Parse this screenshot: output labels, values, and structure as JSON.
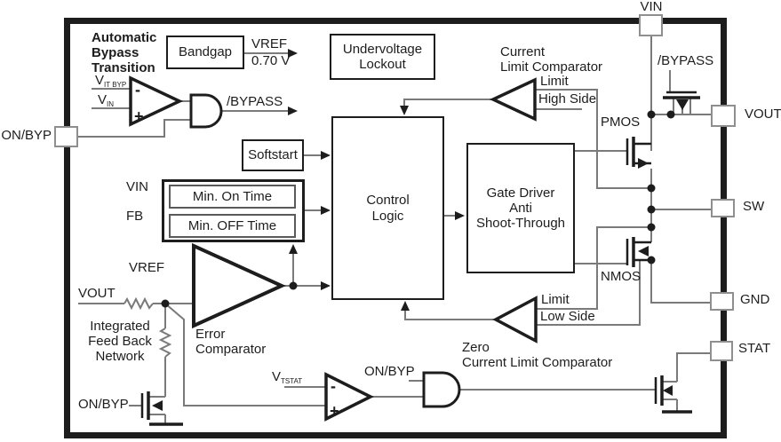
{
  "pins": {
    "vin": "VIN",
    "on_byp": "ON/BYP",
    "vout": "VOUT",
    "sw": "SW",
    "gnd": "GND",
    "stat": "STAT"
  },
  "blocks": {
    "bandgap": "Bandgap",
    "uvlo": "Undervoltage\nLockout",
    "softstart": "Softstart",
    "min_on": "Min. On Time",
    "min_off": "Min. OFF Time",
    "control": "Control\nLogic",
    "gate_driver": "Gate Driver\nAnti\nShoot-Through"
  },
  "labels": {
    "auto_bypass": "Automatic\nBypass\nTransition",
    "vref_out": "VREF",
    "vref_val": "0.70 V",
    "v_itbyp": {
      "base": "V",
      "sub": "IT BYP"
    },
    "v_in": {
      "base": "V",
      "sub": "IN"
    },
    "bypass_out": "/BYPASS",
    "bypass_gate": "/BYPASS",
    "current_limit_comparator": "Current\nLimit Comparator",
    "limit_high_1": "Limit",
    "limit_high_2": "High Side",
    "pmos": "PMOS",
    "nmos": "NMOS",
    "vin_input": "VIN",
    "fb_input": "FB",
    "vref_in": "VREF",
    "vout_fb": "VOUT",
    "feedback_network": "Integrated\nFeed Back\nNetwork",
    "error_comparator": "Error\nComparator",
    "limit_low_1": "Limit",
    "limit_low_2": "Low Side",
    "zero_current": "Zero\nCurrent Limit Comparator",
    "on_byp_gate": "ON/BYP",
    "v_tstat": {
      "base": "V",
      "sub": "TSTAT"
    },
    "on_byp_and": "ON/BYP"
  },
  "signs": {
    "minus": "-",
    "plus": "+"
  },
  "colors": {
    "ink": "#1d1d1d",
    "wire": "#7a7a7a",
    "pin_border": "#8f8f8f"
  }
}
